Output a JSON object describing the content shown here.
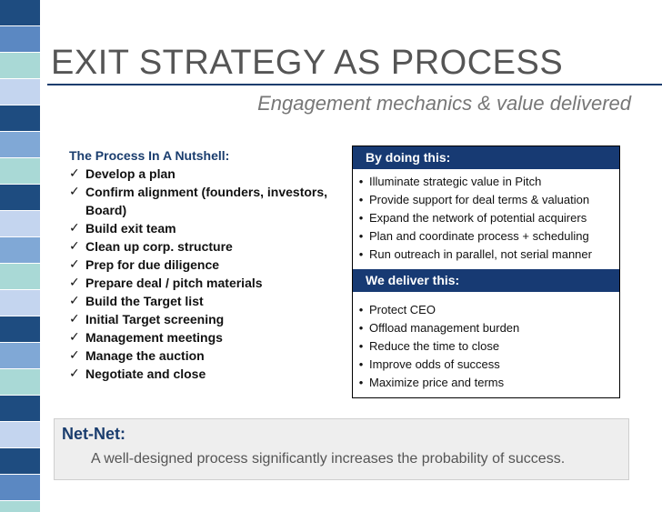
{
  "slide": {
    "title": "EXIT STRATEGY AS PROCESS",
    "subtitle": "Engagement mechanics & value delivered"
  },
  "left_panel": {
    "heading": "The Process In A Nutshell:",
    "steps": [
      "Develop a plan",
      "Confirm alignment (founders, investors, Board)",
      "Build exit team",
      "Clean up corp. structure",
      "Prep for due diligence",
      "Prepare deal / pitch materials",
      "Build the Target list",
      "Initial Target screening",
      "Management meetings",
      "Manage the auction",
      "Negotiate and close"
    ]
  },
  "right_panel": {
    "doing_header": "By doing this:",
    "doing_items": [
      "Illuminate strategic value in Pitch",
      "Provide support for deal terms & valuation",
      "Expand the network of potential acquirers",
      "Plan and coordinate process + scheduling",
      "Run outreach in parallel, not serial manner"
    ],
    "deliver_header": "We deliver this:",
    "deliver_items": [
      "Protect CEO",
      "Offload management burden",
      "Reduce the time to close",
      "Improve odds of success",
      "Maximize price and terms"
    ]
  },
  "netnet": {
    "label": "Net-Net:",
    "text": "A well-designed process significantly increases the probability of success."
  },
  "colors": {
    "accent": "#1a3d6e",
    "header_fill": "#173a73",
    "stripe_palette": [
      "#1e4c80",
      "#5b88c2",
      "#a9d9d6",
      "#c4d5ef",
      "#80a8d6"
    ]
  },
  "icons": {
    "step_marker": "check-icon",
    "list_marker": "bullet-dot-icon"
  }
}
